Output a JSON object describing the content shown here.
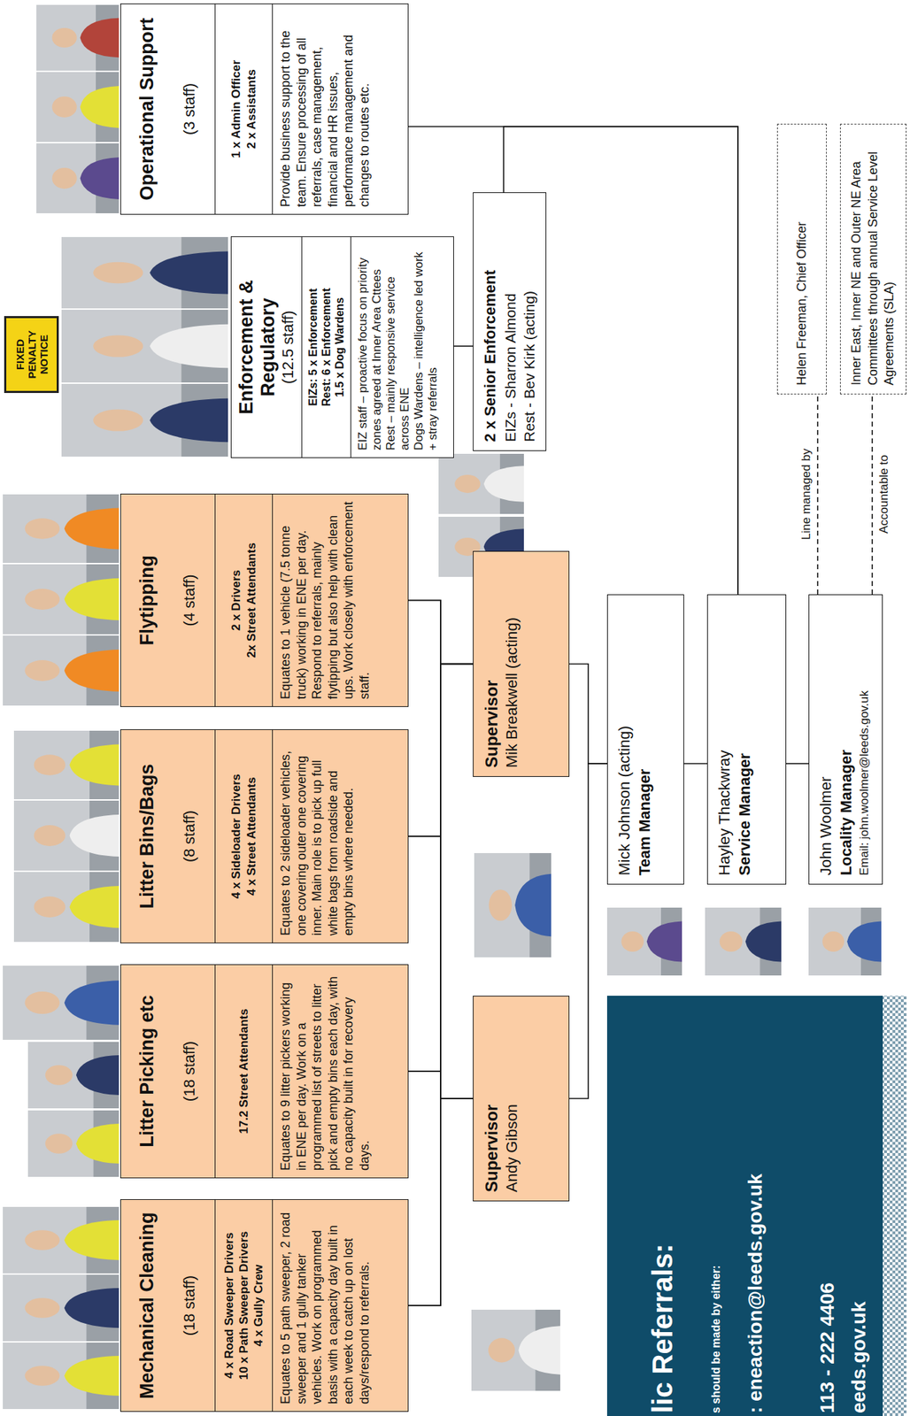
{
  "diagram": {
    "nodes": [
      {
        "text": [
          "Mechanical Cleaning",
          "(18 staff)",
          "4 x Road Sweeper Drivers",
          "10 x Path Sweeper Drivers",
          "4 x Gully Crew",
          "Equates to 5 path sweeper, 2 road sweeper and 1 gully tanker vehicles. Work on programmed basis with a capacity day built in each week to catch up on lost days/respond to referrals."
        ]
      },
      {
        "text": [
          "Litter Picking etc",
          "(18 staff)",
          "17.2 Street Attendants",
          "Equates to 9 litter pickers working in ENE per day. Work on a programmed list of streets to litter pick and empty bins each day, with no capacity built in for recovery days."
        ]
      },
      {
        "text": [
          "Litter Bins/Bags",
          "(8 staff)",
          "4 x Sideloader Drivers",
          "4 x Street Attendants",
          "Equates to 2 sideloader vehicles, one covering outer one covering inner. Main role is to pick up full white bags from roadside and empty bins where needed."
        ]
      },
      {
        "text": [
          "Flytipping",
          "(4 staff)",
          "2 x Drivers",
          "2x Street Attendants",
          "Equates to 1 vehicle (7.5 tonne truck) working in ENE per day. Respond to referrals, mainly flytipping but also help with clean ups. Work closely with enforcement staff."
        ]
      },
      {
        "text": [
          "Enforcement & Regulatory",
          "(12.5 staff)",
          "EIZs: 5 x Enforcement",
          "Rest: 6 x Enforcement",
          "1.5 x Dog Wardens",
          "EIZ staff – proactive focus on priority zones agreed at Inner Area Cttees",
          "Rest – mainly responsive service across ENE",
          "Dogs Wardens – intelligence led work + stray referrals"
        ]
      },
      {
        "text": [
          "Operational Support",
          "(3 staff)",
          "1 x Admin Officer",
          "2 x Assistants",
          "Provide business support to the team. Ensure processing of all referrals, case management, financial and HR issues, performance management and changes to routes etc."
        ]
      },
      {
        "text": [
          "Supervisor",
          "Andy Gibson"
        ]
      },
      {
        "text": [
          "Supervisor",
          "Mik Breakwell (acting)"
        ]
      },
      {
        "text": [
          "2 x Senior Enforcement",
          "EIZs - Sharron Almond",
          "Rest - Bev Kirk (acting)"
        ]
      },
      {
        "text": [
          "lic Referrals:",
          "s should be made by either:",
          ": eneaction@leeds.gov.uk",
          "113 - 222 4406",
          "eeds.gov.uk"
        ]
      },
      {
        "text": [
          "Mick Johnson (acting)",
          "Team Manager"
        ]
      },
      {
        "text": [
          "Hayley Thackwray",
          "Service Manager"
        ]
      },
      {
        "text": [
          "John Woolmer",
          "Locality Manager",
          "Email: john.woolmer@leeds.gov.uk"
        ]
      },
      {
        "text": [
          "Helen Freeman, Chief Officer"
        ]
      },
      {
        "text": [
          "Inner East, Inner NE and Outer NE Area Committees through annual Service Level Agreements (SLA)"
        ]
      }
    ],
    "edges": [
      {
        "from": 12,
        "to": 11,
        "arrow": "none"
      },
      {
        "from": 11,
        "to": 10,
        "arrow": "none"
      },
      {
        "from": 10,
        "to": 6,
        "arrow": "none"
      },
      {
        "from": 10,
        "to": 7,
        "arrow": "none"
      },
      {
        "from": 6,
        "to": 0,
        "arrow": "none"
      },
      {
        "from": 6,
        "to": 1,
        "arrow": "none"
      },
      {
        "from": 6,
        "to": 2,
        "arrow": "none"
      },
      {
        "from": 6,
        "to": 3,
        "arrow": "none"
      },
      {
        "from": 7,
        "to": 0,
        "arrow": "none"
      },
      {
        "from": 7,
        "to": 1,
        "arrow": "none"
      },
      {
        "from": 7,
        "to": 2,
        "arrow": "none"
      },
      {
        "from": 7,
        "to": 3,
        "arrow": "none"
      },
      {
        "from": 11,
        "to": 5,
        "arrow": "none"
      },
      {
        "from": 11,
        "to": 8,
        "arrow": "none"
      },
      {
        "from": 8,
        "to": 4,
        "arrow": "none"
      },
      {
        "from": 12,
        "to": 13,
        "label": "Line managed by",
        "arrow": "none"
      },
      {
        "from": 12,
        "to": 14,
        "label": "Accountable to",
        "arrow": "none"
      }
    ],
    "labels": [
      "FIXED PENALTY NOTICE"
    ]
  }
}
